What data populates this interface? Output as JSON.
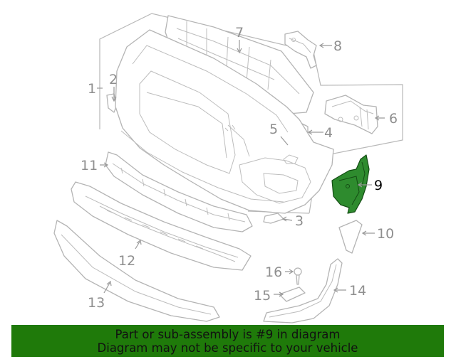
{
  "diagram": {
    "callouts": [
      {
        "id": "1",
        "label": "1",
        "highlighted": false
      },
      {
        "id": "2",
        "label": "2",
        "highlighted": false
      },
      {
        "id": "3",
        "label": "3",
        "highlighted": false
      },
      {
        "id": "4",
        "label": "4",
        "highlighted": false
      },
      {
        "id": "5",
        "label": "5",
        "highlighted": false
      },
      {
        "id": "6",
        "label": "6",
        "highlighted": false
      },
      {
        "id": "7",
        "label": "7",
        "highlighted": false
      },
      {
        "id": "8",
        "label": "8",
        "highlighted": false
      },
      {
        "id": "9",
        "label": "9",
        "highlighted": true
      },
      {
        "id": "10",
        "label": "10",
        "highlighted": false
      },
      {
        "id": "11",
        "label": "11",
        "highlighted": false
      },
      {
        "id": "12",
        "label": "12",
        "highlighted": false
      },
      {
        "id": "13",
        "label": "13",
        "highlighted": false
      },
      {
        "id": "14",
        "label": "14",
        "highlighted": false
      },
      {
        "id": "15",
        "label": "15",
        "highlighted": false
      },
      {
        "id": "16",
        "label": "16",
        "highlighted": false
      }
    ],
    "colors": {
      "line_art": "#b4b4b4",
      "callout_text": "#8f8f8f",
      "highlight_fill": "#2e8b2e",
      "highlight_text": "#000000"
    }
  },
  "banner": {
    "line1": "Part or sub-assembly is #9 in diagram",
    "line2": "Diagram may not be specific to your vehicle",
    "background": "#1f7a0a"
  }
}
